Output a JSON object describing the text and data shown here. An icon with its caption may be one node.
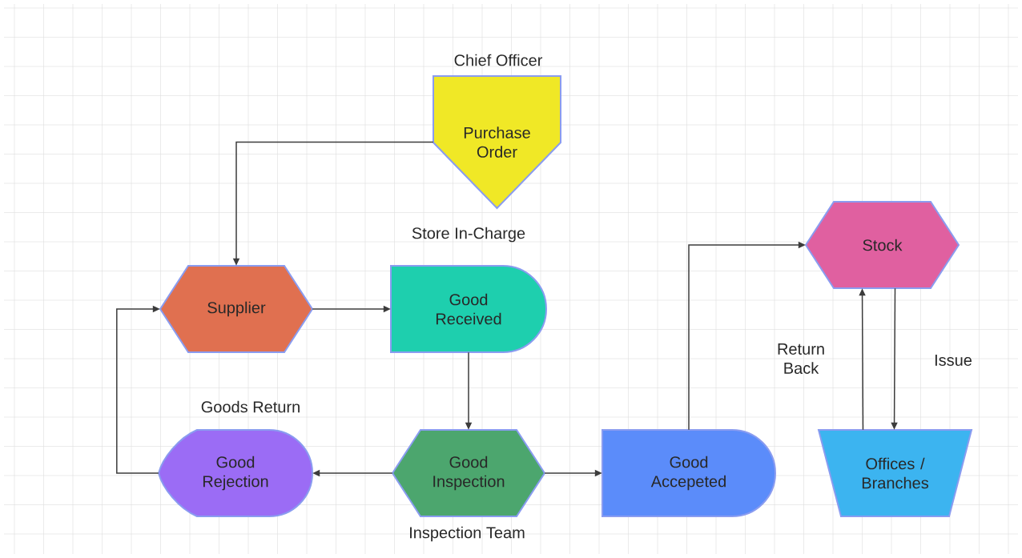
{
  "diagram": {
    "nodes": [
      {
        "text": [
          "Purchase Order"
        ],
        "beside": [
          "Chief Officer"
        ]
      },
      {
        "text": [
          "Supplier"
        ]
      },
      {
        "text": [
          "Good Received"
        ],
        "beside": [
          "Store In-Charge"
        ]
      },
      {
        "text": [
          "Good Rejection"
        ],
        "beside": [
          "Goods Return"
        ]
      },
      {
        "text": [
          "Good Inspection"
        ],
        "beside": [
          "Inspection Team"
        ]
      },
      {
        "text": [
          "Good Accepeted"
        ]
      },
      {
        "text": [
          "Stock"
        ]
      },
      {
        "text": [
          "Offices / Branches"
        ]
      }
    ],
    "edges": [
      {
        "from": 0,
        "to": 1,
        "arrow": "to"
      },
      {
        "from": 1,
        "to": 2,
        "arrow": "to"
      },
      {
        "from": 2,
        "to": 4,
        "arrow": "to"
      },
      {
        "from": 4,
        "to": 3,
        "arrow": "to"
      },
      {
        "from": 4,
        "to": 5,
        "arrow": "to"
      },
      {
        "from": 3,
        "to": 1,
        "arrow": "to"
      },
      {
        "from": 5,
        "to": 6,
        "arrow": "to"
      },
      {
        "from": 6,
        "to": 7,
        "arrow": "to",
        "label": "Issue"
      },
      {
        "from": 7,
        "to": 6,
        "arrow": "to",
        "label": "Return Back"
      }
    ]
  }
}
